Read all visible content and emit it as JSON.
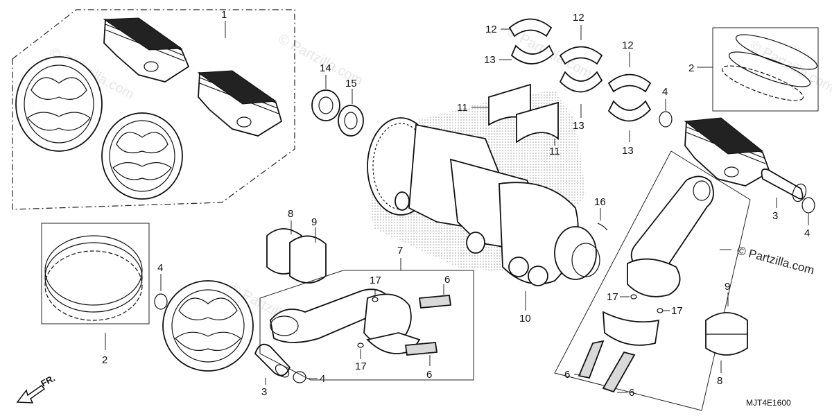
{
  "diagram": {
    "code": "MJT4E1600",
    "copyright": "© Partzilla.com",
    "watermark": "© Partzilla.com",
    "direction_label": "FR.",
    "callouts": {
      "c1": "1",
      "c2a": "2",
      "c2b": "2",
      "c3a": "3",
      "c3b": "3",
      "c4a": "4",
      "c4b": "4",
      "c4c": "4",
      "c4d": "4",
      "c6a": "6",
      "c6b": "6",
      "c6c": "6",
      "c6d": "6",
      "c7": "7",
      "c8a": "8",
      "c8b": "8",
      "c9a": "9",
      "c9b": "9",
      "c10": "10",
      "c11a": "11",
      "c11b": "11",
      "c12a": "12",
      "c12b": "12",
      "c12c": "12",
      "c13a": "13",
      "c13b": "13",
      "c13c": "13",
      "c14": "14",
      "c15": "15",
      "c16": "16",
      "c17a": "17",
      "c17b": "17",
      "c17c": "17",
      "c17d": "17"
    }
  }
}
